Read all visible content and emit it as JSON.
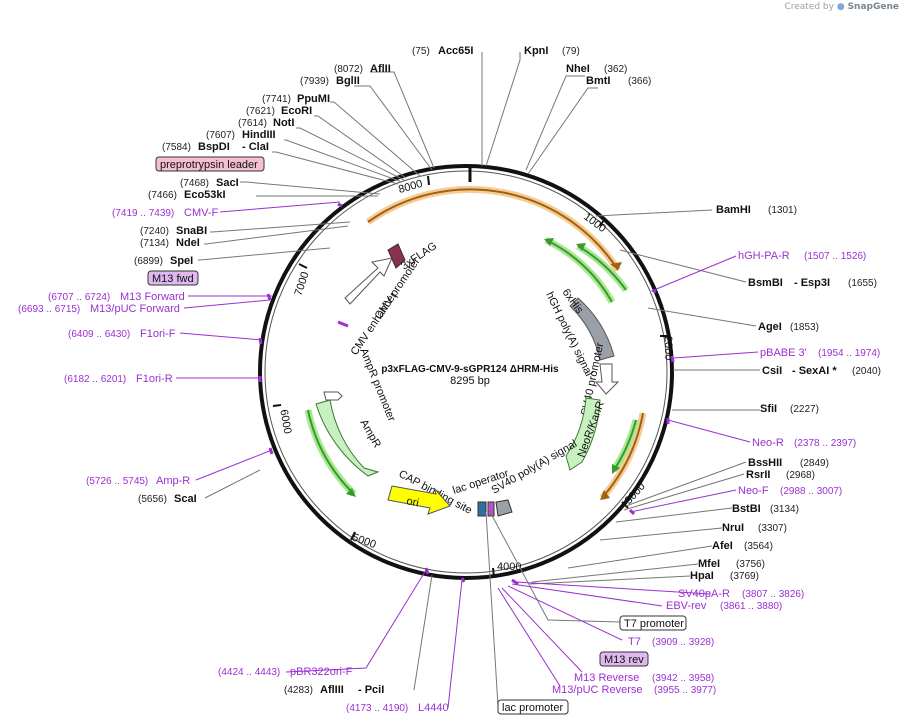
{
  "credit": {
    "prefix": "Created by",
    "brand": "SnapGene"
  },
  "plasmid": {
    "name": "p3xFLAG-CMV-9-sGPR124 ΔHRM-His",
    "size_label": "8295 bp",
    "length": 8295
  },
  "colors": {
    "backbone": "#111111",
    "primer": "#9b30d0",
    "orange": "#f0a040",
    "green": "#3a9a30",
    "gray": "#9aa0a8",
    "light_green": "#c8f0c0",
    "yellow": "#ffff00",
    "leader": "#f4c0d0"
  },
  "ticks": [
    "1000",
    "2000",
    "3000",
    "4000",
    "5000",
    "6000",
    "7000",
    "8000"
  ],
  "features": [
    {
      "label": "3xFLAG",
      "color": "#8a3050"
    },
    {
      "label": "CMV enhancer",
      "color": "#ffffff"
    },
    {
      "label": "CMV promoter",
      "color": "#ffffff"
    },
    {
      "label": "6xHis",
      "color": "#9aa0a8"
    },
    {
      "label": "hGH poly(A) signal",
      "color": "#9aa0a8"
    },
    {
      "label": "SV40 promoter",
      "color": "#ffffff"
    },
    {
      "label": "NeoR/KanR",
      "color": "#c8f0c0"
    },
    {
      "label": "SV40 poly(A) signal",
      "color": "#9aa0a8"
    },
    {
      "label": "lac operator",
      "color": "#ffffff"
    },
    {
      "label": "CAP binding site",
      "color": "#ffffff"
    },
    {
      "label": "ori",
      "color": "#ffff00"
    },
    {
      "label": "AmpR promoter",
      "color": "#ffffff"
    },
    {
      "label": "AmpR",
      "color": "#c8f0c0"
    }
  ],
  "enzymes": [
    {
      "name": "Acc65I",
      "pos": "(75)"
    },
    {
      "name": "KpnI",
      "pos": "(79)"
    },
    {
      "name": "NheI",
      "pos": "(362)"
    },
    {
      "name": "BmtI",
      "pos": "(366)"
    },
    {
      "name": "AflII",
      "pos": "(8072)"
    },
    {
      "name": "BglII",
      "pos": "(7939)"
    },
    {
      "name": "PpuMI",
      "pos": "(7741)"
    },
    {
      "name": "EcoRI",
      "pos": "(7621)"
    },
    {
      "name": "NotI",
      "pos": "(7614)"
    },
    {
      "name": "HindIII",
      "pos": "(7607)"
    },
    {
      "name": "BspDI",
      "pos": "(7584)",
      "alt": "- ClaI"
    },
    {
      "name": "SacI",
      "pos": "(7468)"
    },
    {
      "name": "Eco53kI",
      "pos": "(7466)"
    },
    {
      "name": "SnaBI",
      "pos": "(7240)"
    },
    {
      "name": "NdeI",
      "pos": "(7134)"
    },
    {
      "name": "SpeI",
      "pos": "(6899)"
    },
    {
      "name": "ScaI",
      "pos": "(5656)"
    },
    {
      "name": "AflIII",
      "pos": "(4283)",
      "alt": "- PciI"
    },
    {
      "name": "BamHI",
      "pos": "(1301)"
    },
    {
      "name": "BsmBI",
      "pos": "(1655)",
      "alt": "- Esp3I"
    },
    {
      "name": "AgeI",
      "pos": "(1853)"
    },
    {
      "name": "CsiI",
      "pos": "(2040)",
      "alt": "- SexAI *"
    },
    {
      "name": "SfiI",
      "pos": "(2227)"
    },
    {
      "name": "BssHII",
      "pos": "(2849)"
    },
    {
      "name": "RsrII",
      "pos": "(2968)"
    },
    {
      "name": "BstBI",
      "pos": "(3134)"
    },
    {
      "name": "NruI",
      "pos": "(3307)"
    },
    {
      "name": "AfeI",
      "pos": "(3564)"
    },
    {
      "name": "MfeI",
      "pos": "(3756)"
    },
    {
      "name": "HpaI",
      "pos": "(3769)"
    }
  ],
  "primers": [
    {
      "name": "CMV-F",
      "pos": "(7419 .. 7439)"
    },
    {
      "name": "M13 Forward",
      "pos": "(6707 .. 6724)"
    },
    {
      "name": "M13/pUC Forward",
      "pos": "(6693 .. 6715)"
    },
    {
      "name": "F1ori-F",
      "pos": "(6409 .. 6430)"
    },
    {
      "name": "F1ori-R",
      "pos": "(6182 .. 6201)"
    },
    {
      "name": "Amp-R",
      "pos": "(5726 .. 5745)"
    },
    {
      "name": "pBR322ori-F",
      "pos": "(4424 .. 4443)"
    },
    {
      "name": "L4440",
      "pos": "(4173 .. 4190)"
    },
    {
      "name": "hGH-PA-R",
      "pos": "(1507 .. 1526)"
    },
    {
      "name": "pBABE 3'",
      "pos": "(1954 .. 1974)"
    },
    {
      "name": "Neo-R",
      "pos": "(2378 .. 2397)"
    },
    {
      "name": "Neo-F",
      "pos": "(2988 .. 3007)"
    },
    {
      "name": "SV40pA-R",
      "pos": "(3807 .. 3826)"
    },
    {
      "name": "EBV-rev",
      "pos": "(3861 .. 3880)"
    },
    {
      "name": "T7",
      "pos": "(3909 .. 3928)"
    },
    {
      "name": "M13 Reverse",
      "pos": "(3942 .. 3958)"
    },
    {
      "name": "M13/pUC Reverse",
      "pos": "(3955 .. 3977)"
    }
  ],
  "boxed_labels": {
    "preprotrypsin": "preprotrypsin leader",
    "m13fwd": "M13 fwd",
    "t7promoter": "T7 promoter",
    "m13rev": "M13 rev",
    "lacpromoter": "lac promoter"
  }
}
